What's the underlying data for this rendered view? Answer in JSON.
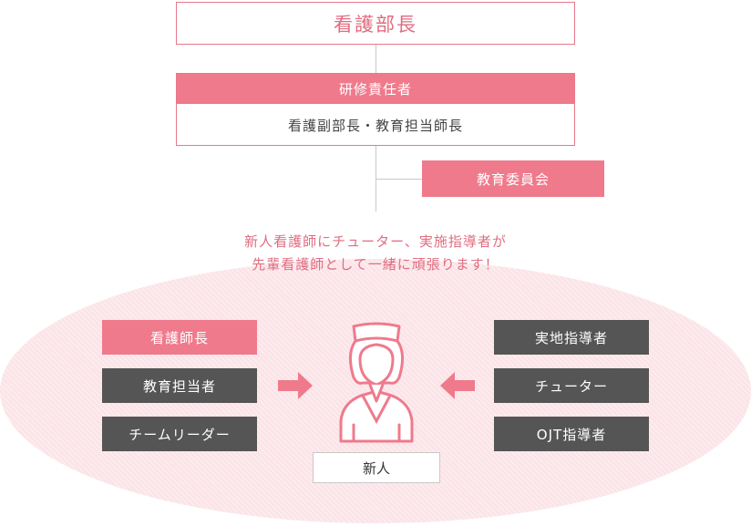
{
  "head": {
    "title": "看護部長"
  },
  "trainer": {
    "title": "研修責任者",
    "subtitle": "看護副部長・教育担当師長"
  },
  "committee": {
    "label": "教育委員会"
  },
  "message": {
    "line1": "新人看護師にチューター、実施指導者が",
    "line2": "先輩看護師として一緒に頑張ります！"
  },
  "left_roles": [
    {
      "label": "看護師長",
      "style": "pink"
    },
    {
      "label": "教育担当者",
      "style": "gray"
    },
    {
      "label": "チームリーダー",
      "style": "gray"
    }
  ],
  "right_roles": [
    {
      "label": "実地指導者",
      "style": "gray"
    },
    {
      "label": "チューター",
      "style": "gray"
    },
    {
      "label": "OJT指導者",
      "style": "gray"
    }
  ],
  "newcomer": {
    "label": "新人"
  },
  "colors": {
    "accent_pink": "#ef7a8c",
    "text_pink": "#e06d80",
    "dark_gray": "#555555",
    "ellipse_fill": "#fbe4e8",
    "connector": "#c9c9c9"
  },
  "icons": {
    "person": "nurse-figure-icon",
    "arrow_left_side": "arrow-right-icon",
    "arrow_right_side": "arrow-left-icon"
  }
}
